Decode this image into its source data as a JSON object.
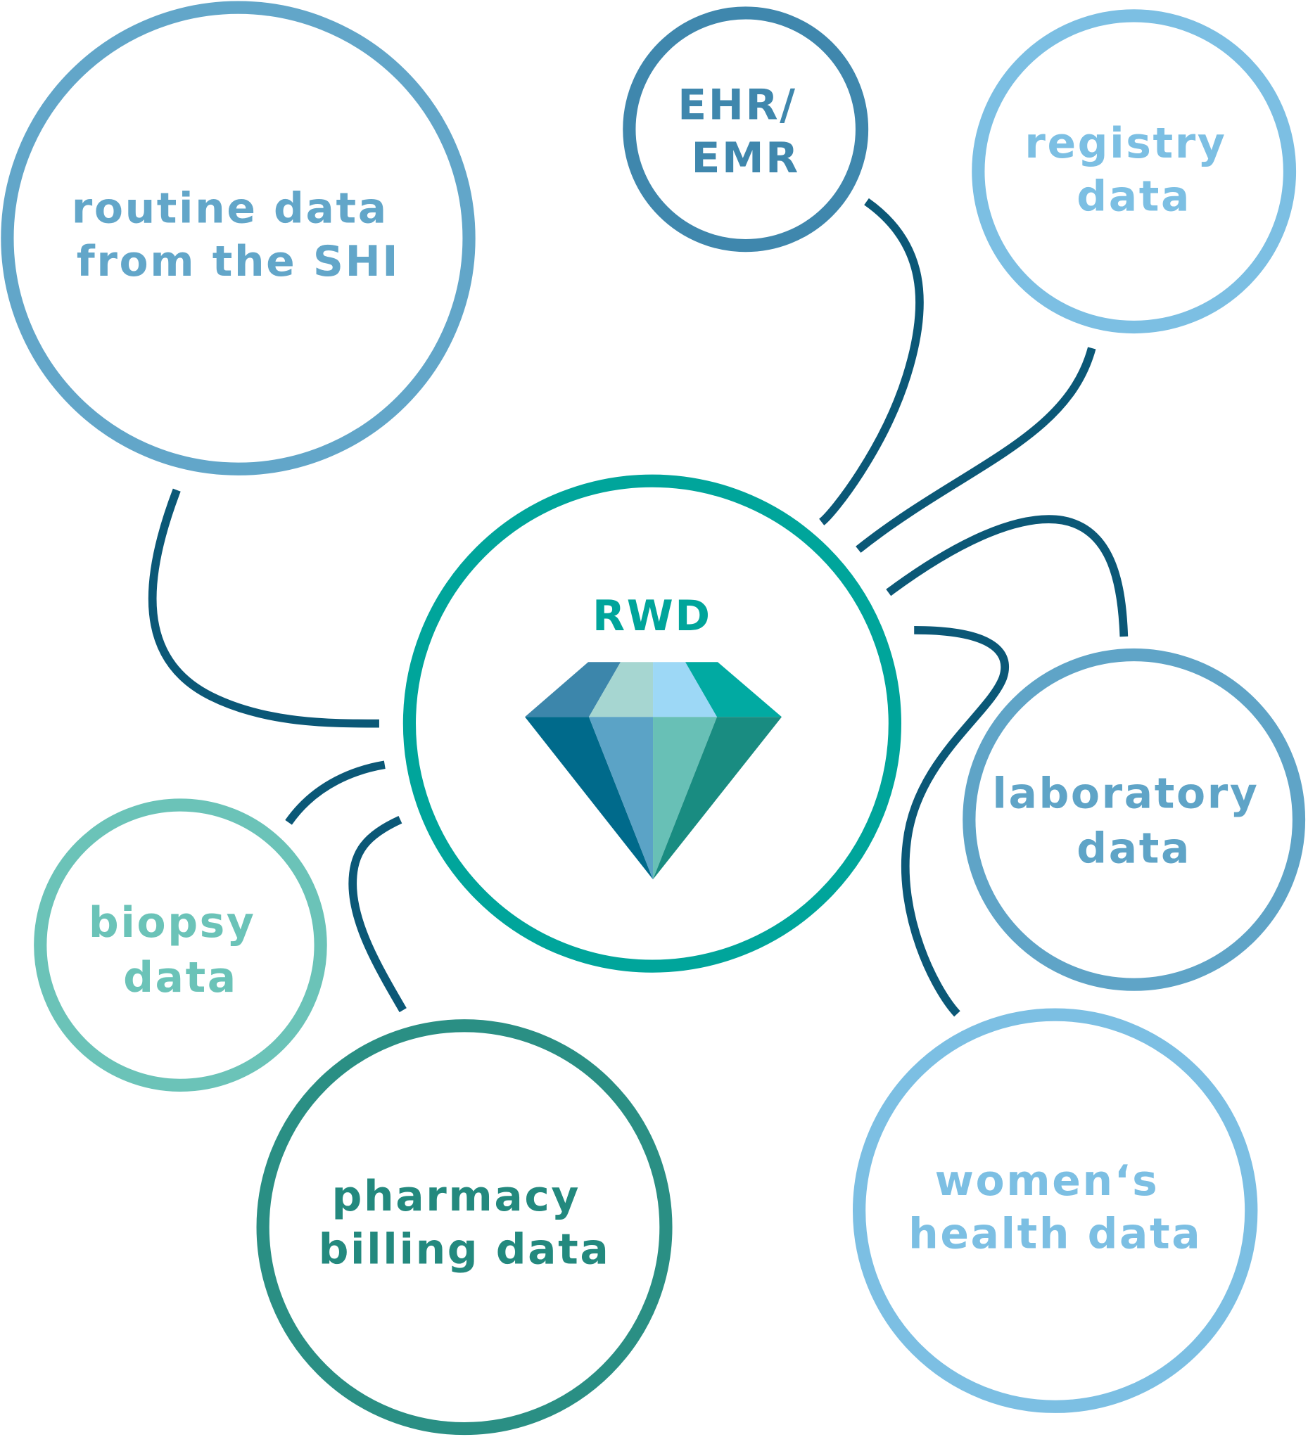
{
  "center": {
    "label": "RWD",
    "color": "#00a59b"
  },
  "nodes": {
    "routine": {
      "lines": [
        "routine data",
        "from the SHI"
      ],
      "color": "#62a6c9"
    },
    "ehr": {
      "lines": [
        "EHR/",
        "EMR"
      ],
      "color": "#3f87ad"
    },
    "registry": {
      "lines": [
        "registry",
        "data"
      ],
      "color": "#7cbfe3"
    },
    "laboratory": {
      "lines": [
        "laboratory",
        "data"
      ],
      "color": "#5fa4c7"
    },
    "biopsy": {
      "lines": [
        "biopsy",
        "data"
      ],
      "color": "#6bc3b8"
    },
    "pharmacy": {
      "lines": [
        "pharmacy",
        "billing data"
      ],
      "color": "#2a8f84"
    },
    "womens": {
      "lines": [
        "women‘s",
        "health data"
      ],
      "color": "#7cbfe3"
    }
  },
  "connector_color": "#0b5877"
}
